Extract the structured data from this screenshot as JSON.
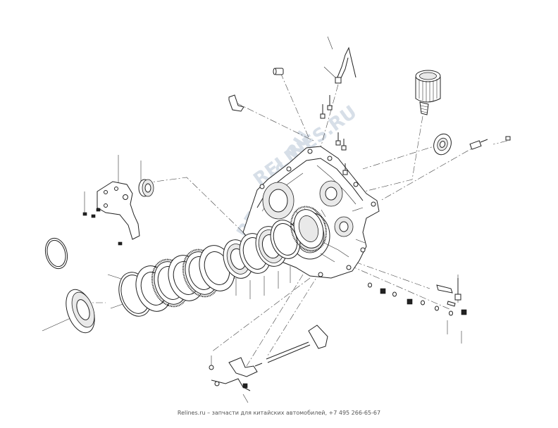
{
  "watermark": {
    "text": "RELINES.RU"
  },
  "footer": {
    "site": "Relines.ru",
    "caption": "– запчасти для китайских автомобилей, +7 495 266-65-67"
  }
}
